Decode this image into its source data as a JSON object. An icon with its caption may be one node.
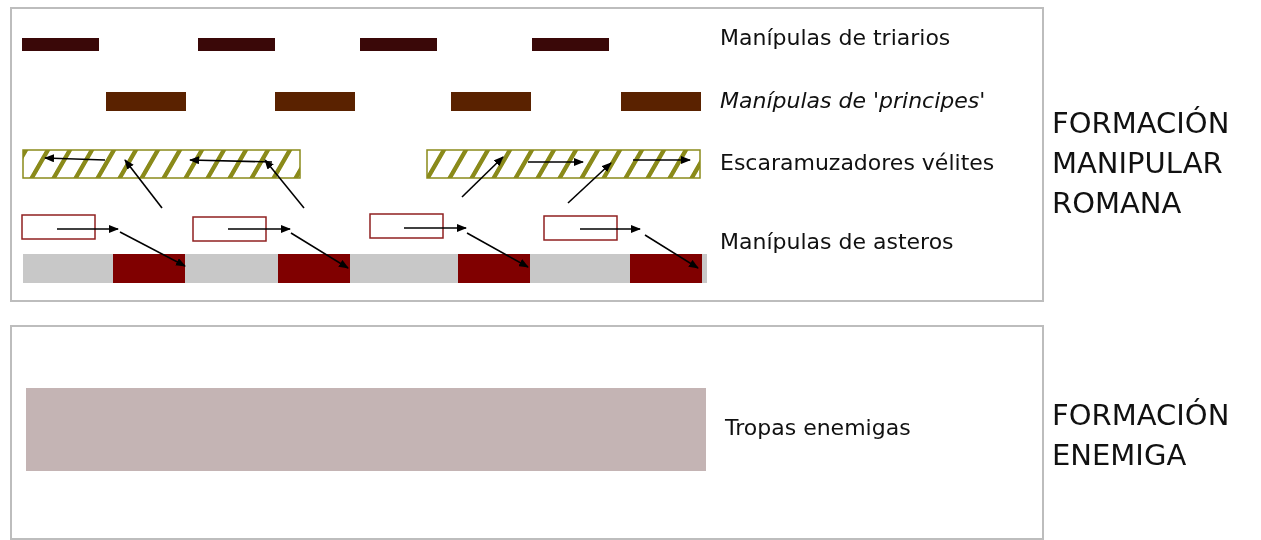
{
  "diagram": {
    "nodes": [
      {
        "text": [
          "Manípulas de triarios",
          "Manípulas de 'principes'",
          "Escaramuzadores vélites",
          "Manípulas de asteros"
        ],
        "beside": [
          "FORMACIÓN MANIPULAR ROMANA"
        ]
      },
      {
        "text": [
          "Tropas enemigas"
        ],
        "beside": [
          "FORMACIÓN ENEMIGA"
        ]
      }
    ]
  }
}
